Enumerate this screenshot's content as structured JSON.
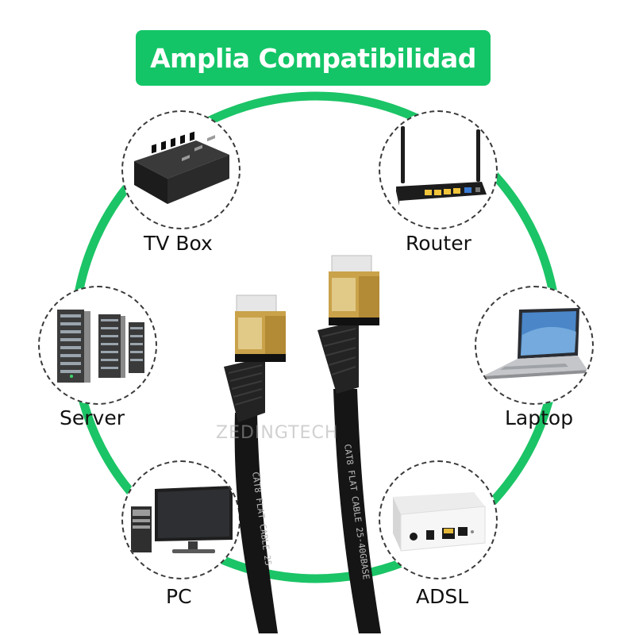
{
  "banner": {
    "title": "Amplia Compatibilidad"
  },
  "devices": {
    "tv_box": {
      "label": "TV Box",
      "icon": "tv-box-icon"
    },
    "router": {
      "label": "Router",
      "icon": "router-icon"
    },
    "server": {
      "label": "Server",
      "icon": "server-icon"
    },
    "laptop": {
      "label": "Laptop",
      "icon": "laptop-icon"
    },
    "pc": {
      "label": "PC",
      "icon": "pc-icon"
    },
    "adsl": {
      "label": "ADSL",
      "icon": "adsl-modem-icon"
    }
  },
  "cable": {
    "jacket_print_left": "CAT8 FLAT CABLE 25",
    "jacket_print_right": "CAT8 FLAT CABLE 25-40GBASE",
    "connector_color": "#c9a24a"
  },
  "watermark": "ZEDINGTECH",
  "colors": {
    "accent": "#14c567",
    "ring": "#1bc466"
  }
}
